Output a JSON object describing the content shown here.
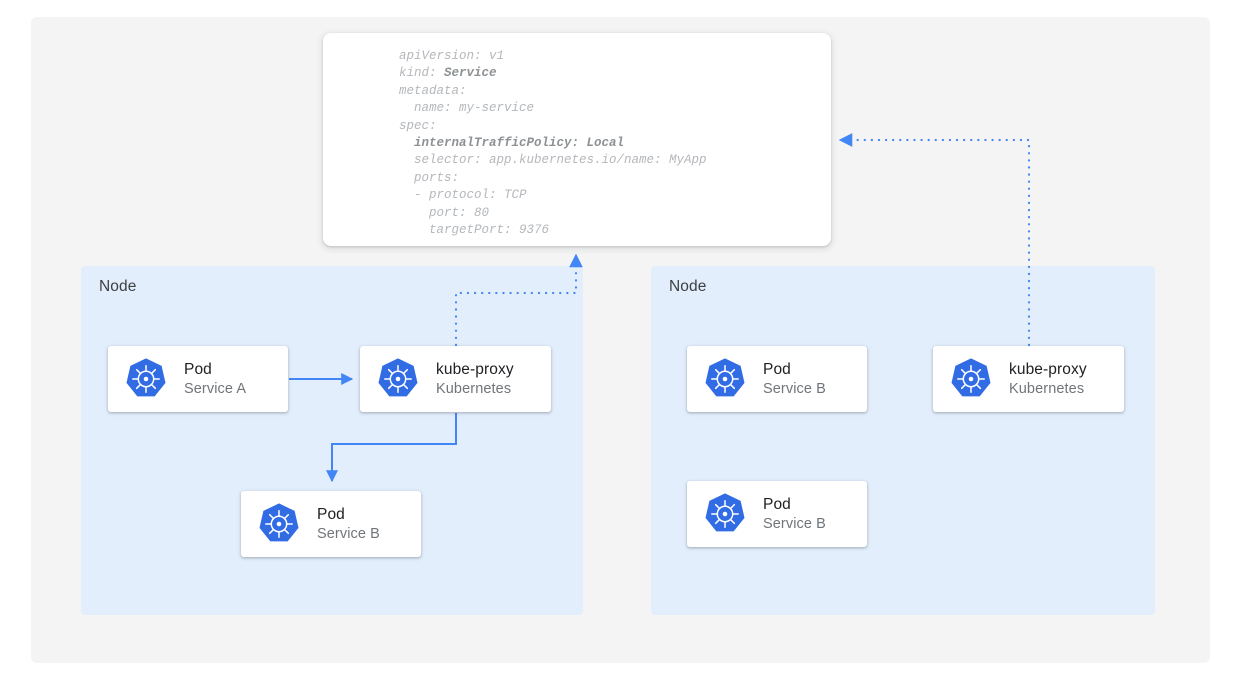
{
  "canvas": {
    "background": "#f4f4f4",
    "page_background": "#ffffff"
  },
  "colors": {
    "node_panel": "#e2eefc",
    "card_background": "#ffffff",
    "arrow_blue": "#4285f4",
    "dotted_blue": "#4285f4",
    "k8s_blue": "#326ce5",
    "title_text": "#202124",
    "subtitle_text": "#70757a",
    "yaml_text": "#b4b7bb",
    "yaml_bold_text": "#8d9194"
  },
  "yaml_panel": {
    "name": "service-manifest",
    "lines": [
      {
        "text": "apiVersion: v1",
        "bold": false
      },
      {
        "text": "kind: ",
        "bold_suffix": "Service"
      },
      {
        "text": "metadata:",
        "bold": false
      },
      {
        "text": "  name: my-service",
        "bold": false
      },
      {
        "text": "spec:",
        "bold": false
      },
      {
        "text": "  internalTrafficPolicy: Local",
        "bold": true
      },
      {
        "text": "  selector: app.kubernetes.io/name: MyApp",
        "bold": false
      },
      {
        "text": "  ports:",
        "bold": false
      },
      {
        "text": "  - protocol: TCP",
        "bold": false
      },
      {
        "text": "    port: 80",
        "bold": false
      },
      {
        "text": "    targetPort: 9376",
        "bold": false
      }
    ],
    "raw": "apiVersion: v1\nkind: Service\nmetadata:\n  name: my-service\nspec:\n  internalTrafficPolicy: Local\n  selector: app.kubernetes.io/name: MyApp\n  ports:\n  - protocol: TCP\n    port: 80\n    targetPort: 9376"
  },
  "nodes": [
    {
      "label": "Node",
      "cards": [
        {
          "title": "Pod",
          "subtitle": "Service A",
          "icon": "kubernetes-icon"
        },
        {
          "title": "kube-proxy",
          "subtitle": "Kubernetes",
          "icon": "kubernetes-icon"
        },
        {
          "title": "Pod",
          "subtitle": "Service B",
          "icon": "kubernetes-icon"
        }
      ]
    },
    {
      "label": "Node",
      "cards": [
        {
          "title": "Pod",
          "subtitle": "Service B",
          "icon": "kubernetes-icon"
        },
        {
          "title": "kube-proxy",
          "subtitle": "Kubernetes",
          "icon": "kubernetes-icon"
        },
        {
          "title": "Pod",
          "subtitle": "Service B",
          "icon": "kubernetes-icon"
        }
      ]
    }
  ],
  "connectors": [
    {
      "name": "pod-a-to-kube-proxy",
      "style": "solid",
      "from": "Pod Service A",
      "to": "kube-proxy (left node)"
    },
    {
      "name": "kube-proxy-to-pod-b",
      "style": "solid",
      "from": "kube-proxy (left node)",
      "to": "Pod Service B (left node)"
    },
    {
      "name": "kube-proxy-left-to-manifest",
      "style": "dotted",
      "from": "kube-proxy (left node)",
      "to": "service manifest"
    },
    {
      "name": "kube-proxy-right-to-manifest",
      "style": "dotted",
      "from": "kube-proxy (right node)",
      "to": "service manifest"
    }
  ]
}
